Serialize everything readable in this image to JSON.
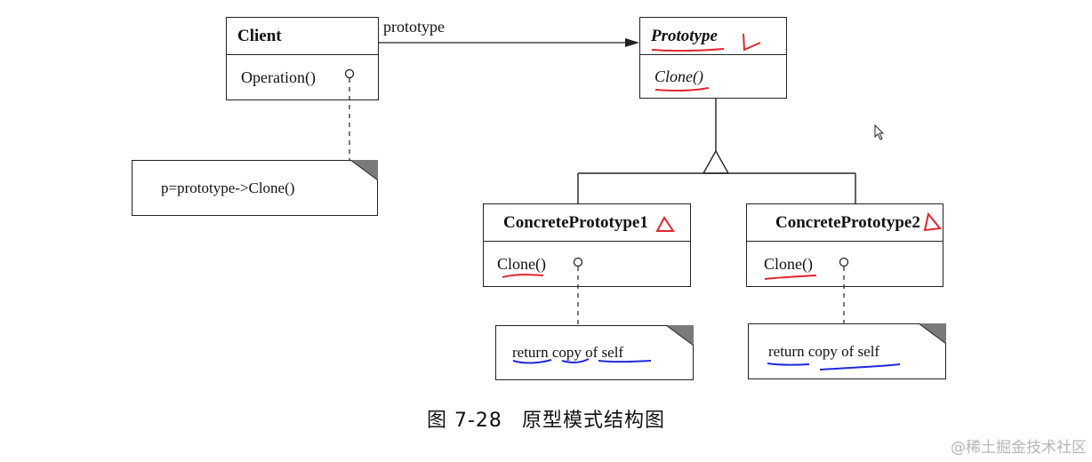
{
  "client": {
    "name": "Client",
    "operation": "Operation()"
  },
  "association": {
    "label": "prototype"
  },
  "prototype": {
    "name": "Prototype",
    "operation": "Clone()"
  },
  "client_note": {
    "text": "p=prototype->Clone()"
  },
  "concrete1": {
    "name": "ConcretePrototype1",
    "operation": "Clone()",
    "note": "return copy of self"
  },
  "concrete2": {
    "name": "ConcretePrototype2",
    "operation": "Clone()",
    "note": "return copy of self"
  },
  "caption": {
    "figure": "图 7-28",
    "title": "原型模式结构图"
  },
  "watermark": "@稀土掘金技术社区",
  "annotation_colors": {
    "red": "#e0262e",
    "blue": "#1f2ad6",
    "note_corner": "#7a7a7a"
  }
}
